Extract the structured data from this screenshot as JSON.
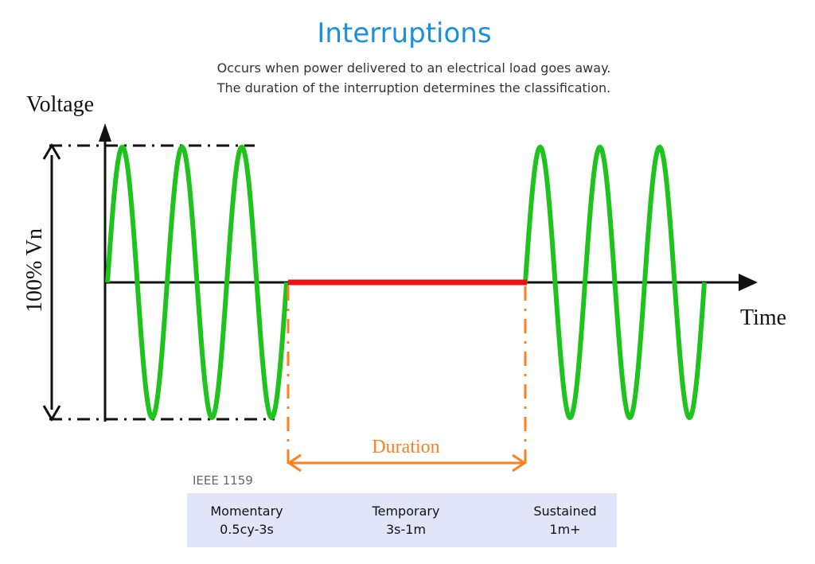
{
  "title": "Interruptions",
  "subtitle": [
    "Occurs when power delivered to an electrical load goes away.",
    "The duration of the interruption determines the classification."
  ],
  "axes": {
    "y_label": "Voltage",
    "x_label": "Time",
    "amplitude_label": "100% Vn"
  },
  "duration_label": "Duration",
  "waveform": {
    "cycles_before": 3,
    "cycles_after": 3,
    "interruption_level": 0
  },
  "standard": "IEEE 1159",
  "classifications": [
    {
      "name": "Momentary",
      "range": "0.5cy-3s"
    },
    {
      "name": "Temporary",
      "range": "3s-1m"
    },
    {
      "name": "Sustained",
      "range": "1m+"
    }
  ],
  "colors": {
    "wave": "#1ec31e",
    "interruption": "#ee1111",
    "duration": "#ff7f1e",
    "title": "#1a8fe0",
    "table_bg": "#e0e5f8"
  }
}
